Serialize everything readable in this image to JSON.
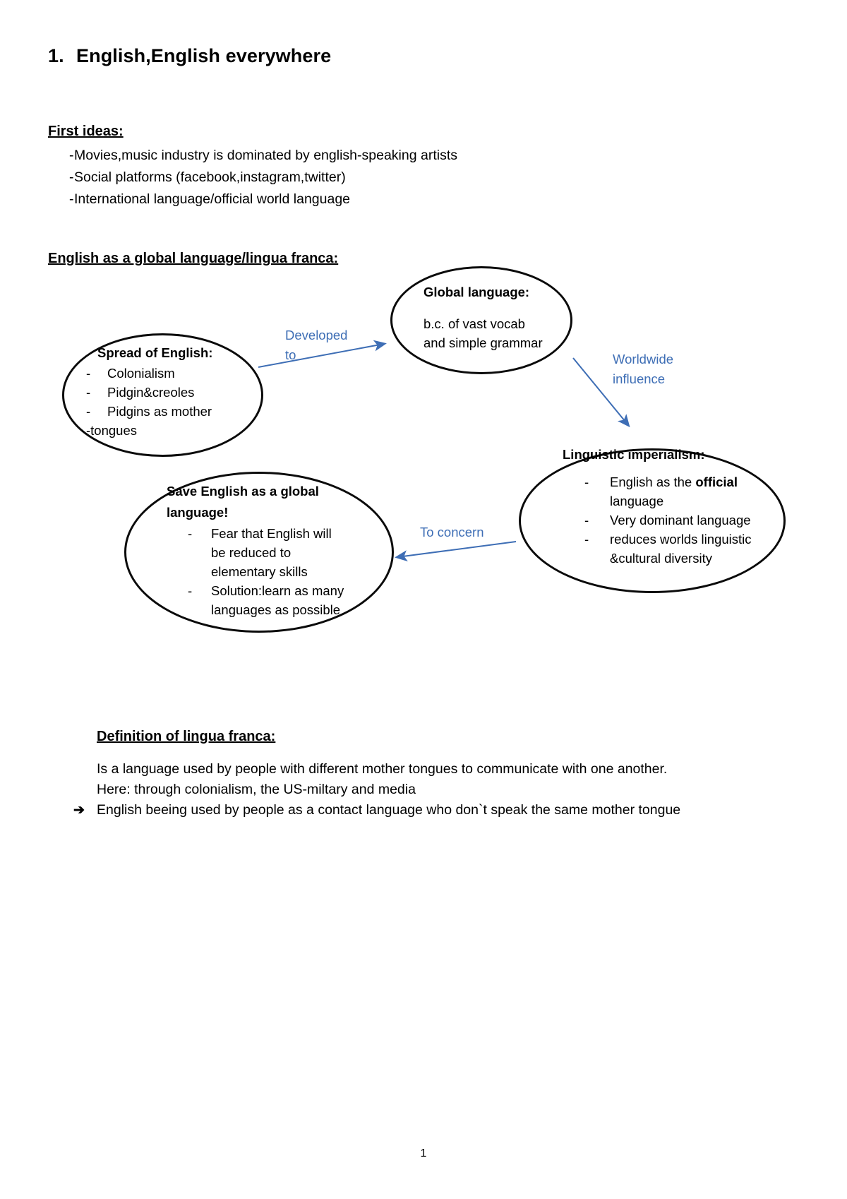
{
  "document": {
    "title_number": "1.",
    "title": "English,English everywhere",
    "page_number": "1"
  },
  "first_ideas": {
    "heading": "First ideas: ",
    "dash": "-",
    "items": [
      "Movies,music industry is dominated by english-speaking artists",
      "Social platforms (facebook,instagram,twitter)",
      "International language/official world language"
    ]
  },
  "global_section": {
    "heading": "English as a global language/lingua franca:"
  },
  "diagram": {
    "dash": "-",
    "accent_color": "#3e6eb5",
    "outline_color": "#0b0b0b",
    "nodes": {
      "spread": {
        "title": "Spread of English:",
        "bullets": [
          "Colonialism",
          "Pidgin&creoles",
          "Pidgins as mother"
        ],
        "trailing": "-tongues"
      },
      "global_language": {
        "title": "Global language:",
        "line1": "b.c. of vast vocab",
        "line2": "and simple grammar"
      },
      "linguistic_imperialism": {
        "title": "Linguistic imperialism:",
        "bullets": [
          [
            "English as the ",
            "official"
          ],
          [
            "language"
          ],
          [
            "Very dominant language"
          ],
          [
            "reduces worlds linguistic"
          ],
          [
            "&cultural diversity"
          ]
        ],
        "b1_plain": "English as the ",
        "b1_bold": "official",
        "b1_cont": "language",
        "b2": "Very dominant language",
        "b3_line1": "reduces worlds linguistic",
        "b3_line2": "&cultural diversity"
      },
      "save_english": {
        "title_line1": "Save English as a global",
        "title_line2": "language!",
        "b1_line1": "Fear that English will",
        "b1_line2": "be reduced to",
        "b1_line3": "elementary skills",
        "b2_line1": "Solution:learn as many",
        "b2_line2": "languages as possible"
      }
    },
    "arrows": {
      "developed_to_line1": "Developed",
      "developed_to_line2": "to",
      "worldwide_line1": "Worldwide",
      "worldwide_line2": "influence",
      "to_concern": "To concern"
    }
  },
  "lingua_franca": {
    "heading": "Definition of lingua franca:",
    "line1": "Is a language used by people with different mother tongues to communicate with one another.",
    "line2": "Here: through colonialism, the US-miltary and media",
    "arrow_glyph": "➔",
    "conclusion": "English beeing used by people as a contact language who don`t speak the same mother tongue"
  }
}
